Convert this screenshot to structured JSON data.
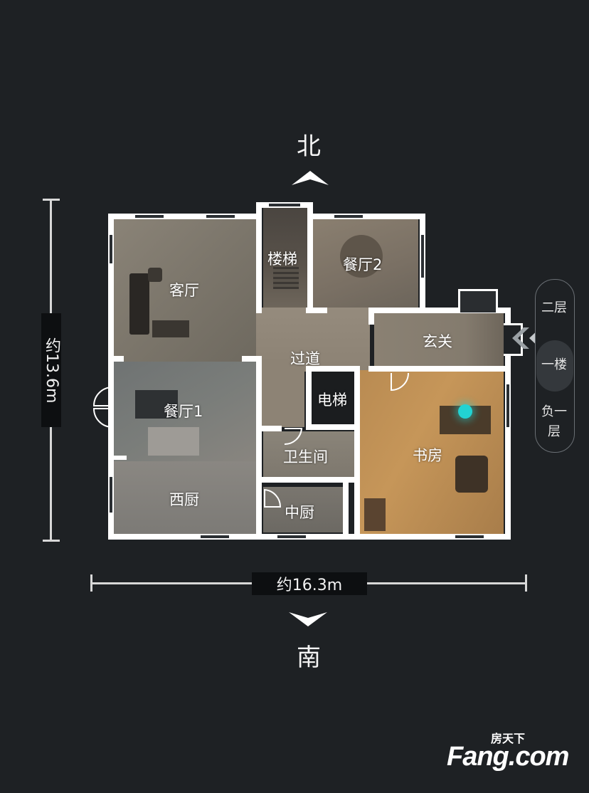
{
  "compass": {
    "north": "北",
    "south": "南"
  },
  "dimensions": {
    "height": "约13.6m",
    "width": "约16.3m"
  },
  "rooms": {
    "living_room": "客厅",
    "stairs": "楼梯",
    "dining_room_2": "餐厅2",
    "entrance": "玄关",
    "corridor": "过道",
    "elevator": "电梯",
    "dining_room_1": "餐厅1",
    "bathroom": "卫生间",
    "study": "书房",
    "western_kitchen": "西厨",
    "chinese_kitchen": "中厨"
  },
  "floors": {
    "upper": "二层",
    "current": "一楼",
    "basement_line1": "负一",
    "basement_line2": "层"
  },
  "watermark": {
    "brand_cn": "房天下",
    "brand_en": "Fang.com"
  },
  "colors": {
    "background": "#1e2124",
    "wall": "#ffffff",
    "position_marker": "#22d3d3",
    "arrow_active": "#5fe0d8"
  }
}
